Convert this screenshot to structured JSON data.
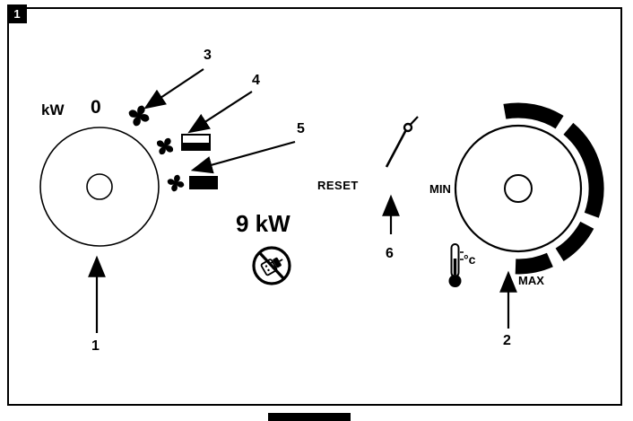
{
  "figure": {
    "number": "1"
  },
  "power_knob": {
    "kw_label": "kW",
    "zero_label": "0"
  },
  "callouts": {
    "c1": "1",
    "c2": "2",
    "c3": "3",
    "c4": "4",
    "c5": "5",
    "c6": "6"
  },
  "texts": {
    "nine_kw": "9 kW",
    "reset": "RESET",
    "min": "MIN",
    "max": "MAX",
    "celsius": "°c"
  },
  "icons": {
    "fan": "fan-icon",
    "half_heat": "half-heat-rectangle-icon",
    "full_heat": "full-heat-rectangle-icon",
    "prohibition": "no-plug-prohibition-icon",
    "reset_pin": "reset-pin-icon",
    "thermometer": "thermometer-icon",
    "power_knob": "power-knob-dial",
    "thermostat_knob": "thermostat-knob-dial"
  },
  "colors": {
    "ink": "#000000",
    "background": "#ffffff"
  }
}
